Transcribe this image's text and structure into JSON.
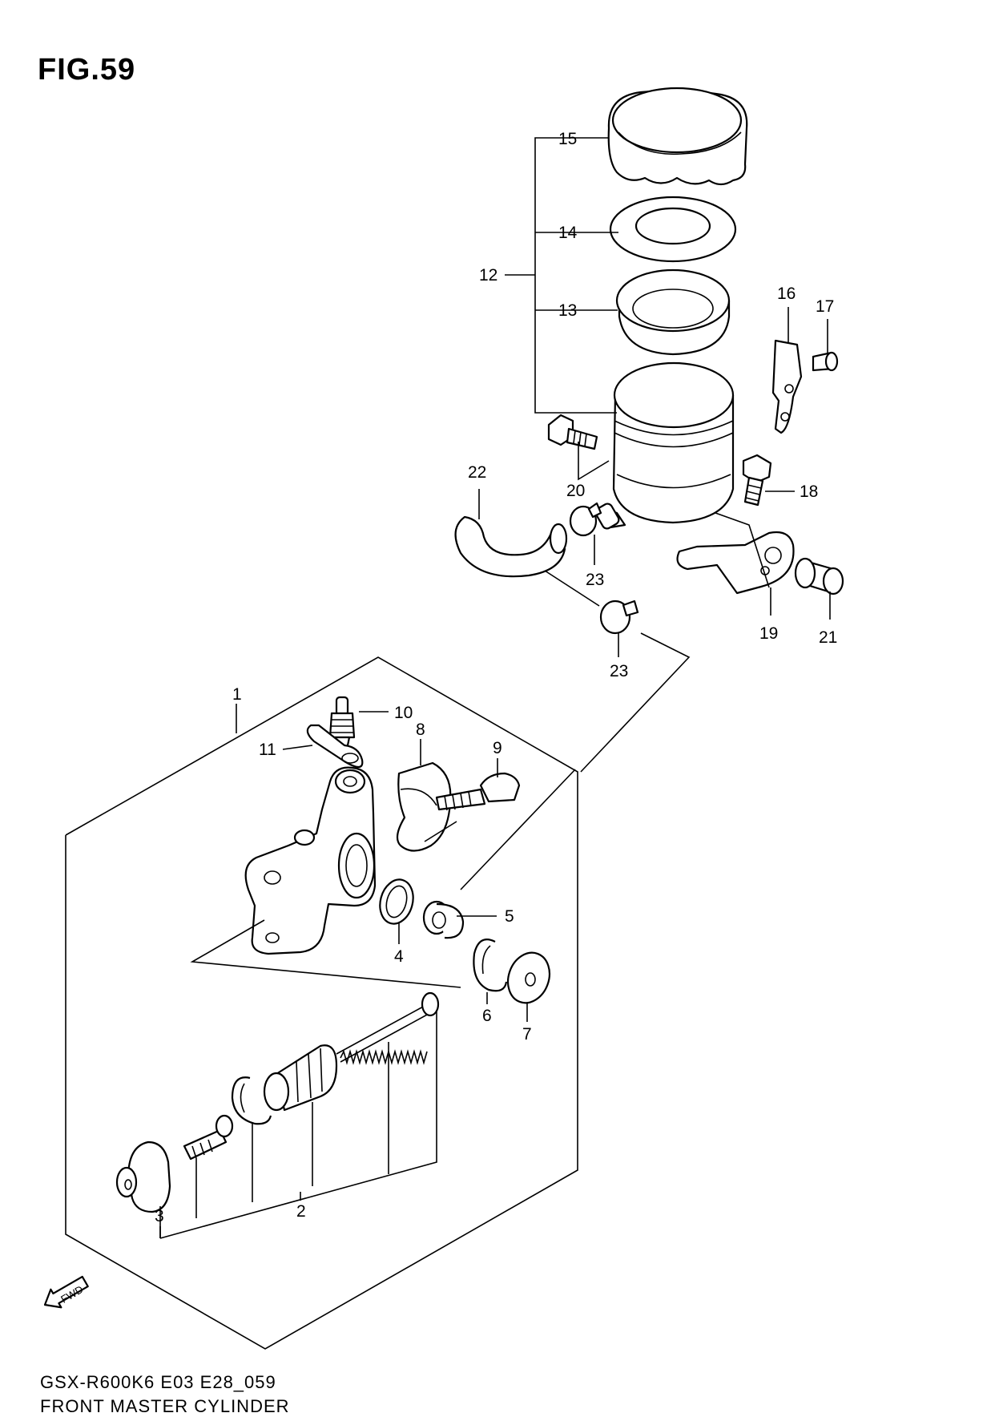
{
  "figure": {
    "title": "FIG.59",
    "model_code": "GSX-R600K6 E03 E28_059",
    "name": "FRONT MASTER CYLINDER"
  },
  "fwd_label": "FWD",
  "callouts": {
    "c1": "1",
    "c2": "2",
    "c3": "3",
    "c4": "4",
    "c5": "5",
    "c6": "6",
    "c7": "7",
    "c8": "8",
    "c9": "9",
    "c10": "10",
    "c11": "11",
    "c12": "12",
    "c13": "13",
    "c14": "14",
    "c15": "15",
    "c16": "16",
    "c17": "17",
    "c18": "18",
    "c19": "19",
    "c20": "20",
    "c21": "21",
    "c22": "22",
    "c23a": "23",
    "c23b": "23"
  }
}
